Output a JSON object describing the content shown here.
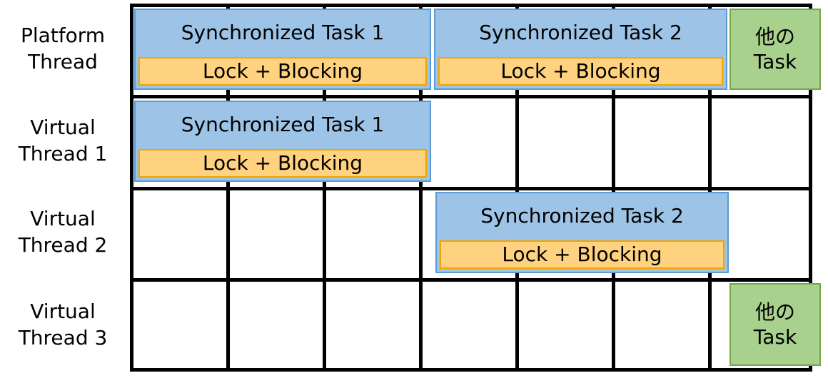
{
  "diagram": {
    "title": "Platform thread vs virtual threads synchronized task timeline",
    "colors": {
      "task_fill": "#9DC3E6",
      "task_border": "#5B9BD5",
      "lock_fill": "#FFD27F",
      "lock_border": "#F0A500",
      "other_fill": "#A9D18E",
      "other_border": "#70A84B",
      "grid_line": "#000000",
      "background": "#FFFFFF"
    },
    "grid": {
      "columns": 7,
      "rows": 4,
      "column_boundaries": [
        182,
        317,
        452,
        587,
        722,
        857,
        992,
        1138
      ],
      "row_boundaries": [
        5,
        133,
        262,
        390,
        521
      ]
    },
    "rows": [
      {
        "id": "platform-thread",
        "label_lines": [
          "Platform",
          "Thread"
        ]
      },
      {
        "id": "virtual-thread-1",
        "label_lines": [
          "Virtual",
          "Thread 1"
        ]
      },
      {
        "id": "virtual-thread-2",
        "label_lines": [
          "Virtual",
          "Thread 2"
        ]
      },
      {
        "id": "virtual-thread-3",
        "label_lines": [
          "Virtual",
          "Thread 3"
        ]
      }
    ],
    "blocks": {
      "platform_task1": {
        "title": "Synchronized Task 1",
        "lock": "Lock + Blocking"
      },
      "platform_task2": {
        "title": "Synchronized Task 2",
        "lock": "Lock + Blocking"
      },
      "platform_other": {
        "line1": "他の",
        "line2": "Task"
      },
      "vt1_task1": {
        "title": "Synchronized Task 1",
        "lock": "Lock + Blocking"
      },
      "vt2_task2": {
        "title": "Synchronized Task 2",
        "lock": "Lock + Blocking"
      },
      "vt3_other": {
        "line1": "他の",
        "line2": "Task"
      }
    }
  }
}
